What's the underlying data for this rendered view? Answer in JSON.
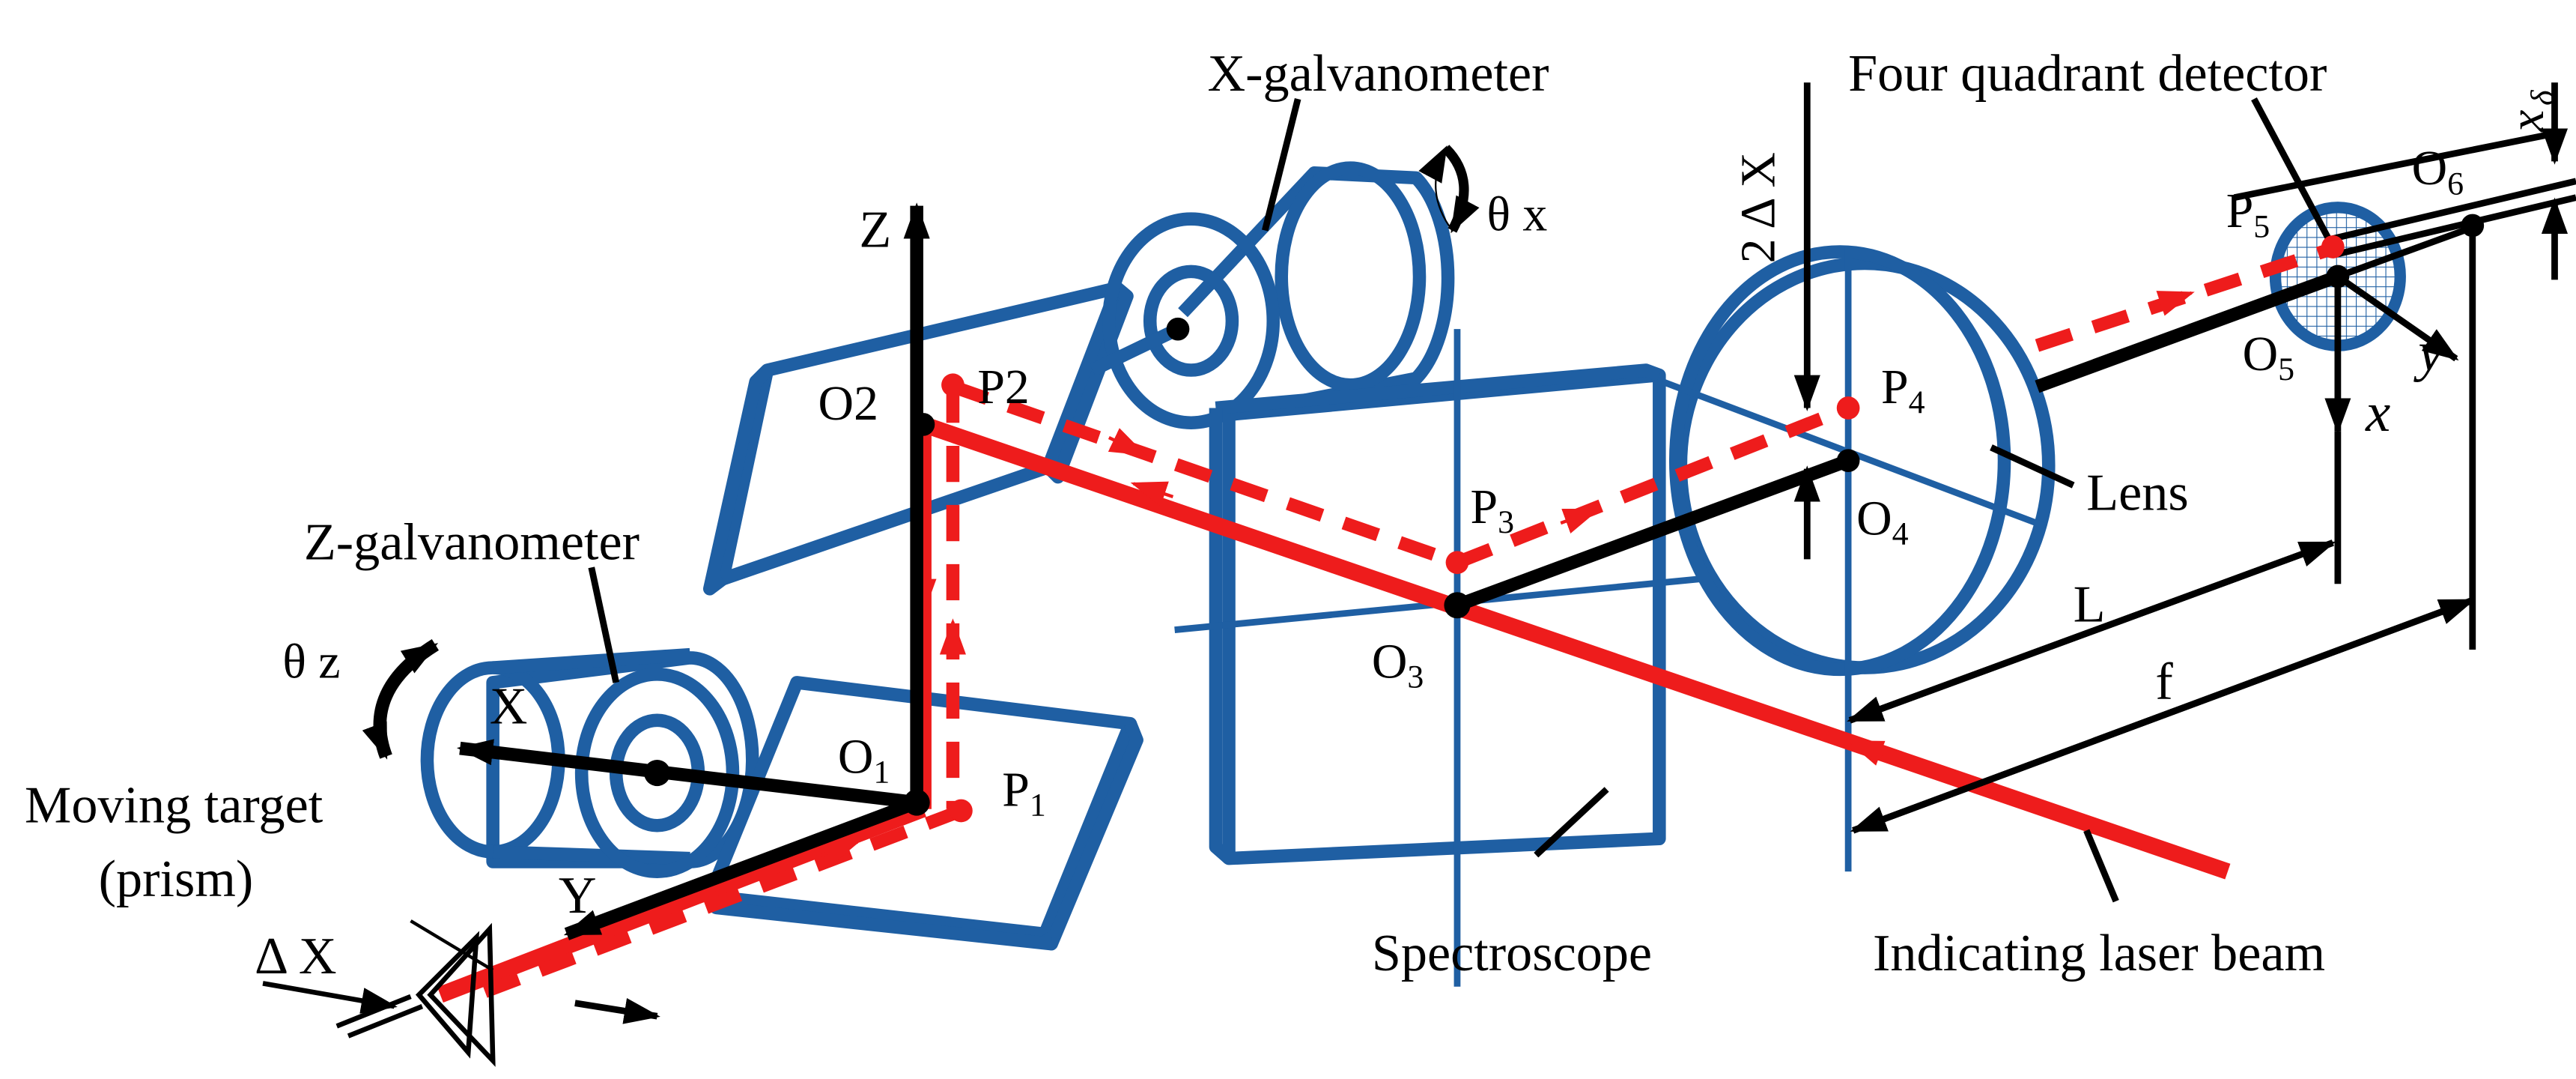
{
  "labels": {
    "x_galvanometer": "X-galvanometer",
    "z_galvanometer": "Z-galvanometer",
    "four_quadrant_detector": "Four quadrant detector",
    "lens": "Lens",
    "spectroscope": "Spectroscope",
    "indicating_laser_beam": "Indicating laser beam",
    "moving_target_line1": "Moving target",
    "moving_target_line2": "(prism)",
    "theta_x": "θ x",
    "theta_z": "θ z",
    "axis_Z": "Z",
    "axis_X": "X",
    "axis_Y": "Y",
    "det_axis_y": "y",
    "det_axis_x": "x",
    "delta_X": "Δ X",
    "two_delta_X": "2 Δ X",
    "x_delta_main": "x",
    "x_delta_sub": "δ",
    "L": "L",
    "f": "f"
  },
  "points": {
    "O1": {
      "base": "O",
      "sub": "1"
    },
    "O2": {
      "base": "O2",
      "sub": ""
    },
    "O3": {
      "base": "O",
      "sub": "3"
    },
    "O4": {
      "base": "O",
      "sub": "4"
    },
    "O5": {
      "base": "O",
      "sub": "5"
    },
    "O6": {
      "base": "O",
      "sub": "6"
    },
    "P1": {
      "base": "P",
      "sub": "1"
    },
    "P2": {
      "base": "P2",
      "sub": ""
    },
    "P3": {
      "base": "P",
      "sub": "3"
    },
    "P4": {
      "base": "P",
      "sub": "4"
    },
    "P5": {
      "base": "P",
      "sub": "5"
    }
  },
  "colors": {
    "component": "#1f5fa3",
    "laser": "#ee1c1c",
    "axis": "#000000"
  }
}
